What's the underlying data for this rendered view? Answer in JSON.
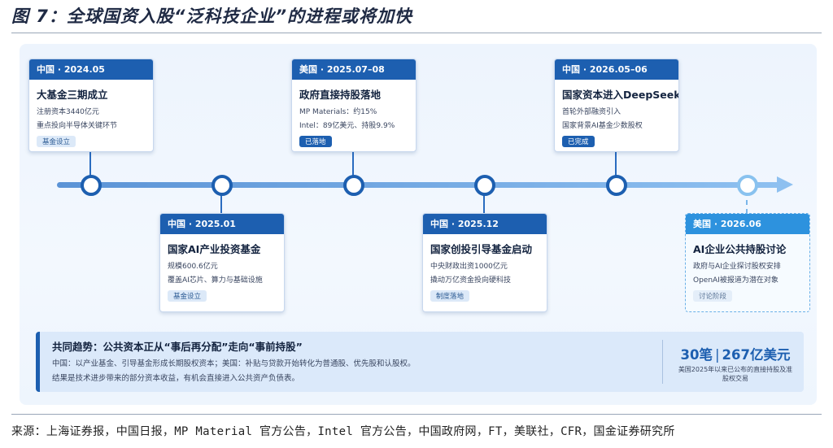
{
  "figure_title": "图 7：全球国资入股“泛科技企业”的进程或将加快",
  "source": "来源：上海证券报，中国日报，MP Material 官方公告，Intel 官方公告，中国政府网，FT，美联社，CFR，国金证券研究所",
  "events": [
    {
      "header": "中国 · 2024.05",
      "title": "大基金三期成立",
      "line1": "注册资本3440亿元",
      "line2": "重点投向半导体关键环节",
      "tag": "基金设立"
    },
    {
      "header": "中国 · 2025.01",
      "title": "国家AI产业投资基金",
      "line1": "规模600.6亿元",
      "line2": "覆盖AI芯片、算力与基础设施",
      "tag": "基金设立"
    },
    {
      "header": "美国 · 2025.07–08",
      "title": "政府直接持股落地",
      "line1": "MP Materials：约15%",
      "line2": "Intel：89亿美元、持股9.9%",
      "tag": "已落地"
    },
    {
      "header": "中国 · 2025.12",
      "title": "国家创投引导基金启动",
      "line1": "中央财政出资1000亿元",
      "line2": "撬动万亿资金投向硬科技",
      "tag": "制度落地"
    },
    {
      "header": "中国 · 2026.05–06",
      "title": "国家资本进入DeepSeek",
      "line1": "首轮外部融资引入",
      "line2": "国家背景AI基金少数股权",
      "tag": "已完成"
    },
    {
      "header": "美国 · 2026.06",
      "title": "AI企业公共持股讨论",
      "line1": "政府与AI企业探讨股权安排",
      "line2": "OpenAI被报道为潜在对象",
      "tag": "讨论阶段"
    }
  ],
  "trend": {
    "title": "共同趋势：公共资本正从“事后再分配”走向“事前持股”",
    "line1": "中国：以产业基金、引导基金形成长期股权资本；美国：补贴与贷款开始转化为普通股、优先股和认股权。",
    "line2": "结果是技术进步带来的部分资本收益，有机会直接进入公共资产负债表。",
    "stat_count": "30笔",
    "stat_amount": "267亿美元",
    "stat_note": "美国2025年以来已公布的直接持股及准股权交易"
  },
  "colors": {
    "primary": "#1d5fb0",
    "future": "#2d92de",
    "panel": "#edf4fd"
  }
}
